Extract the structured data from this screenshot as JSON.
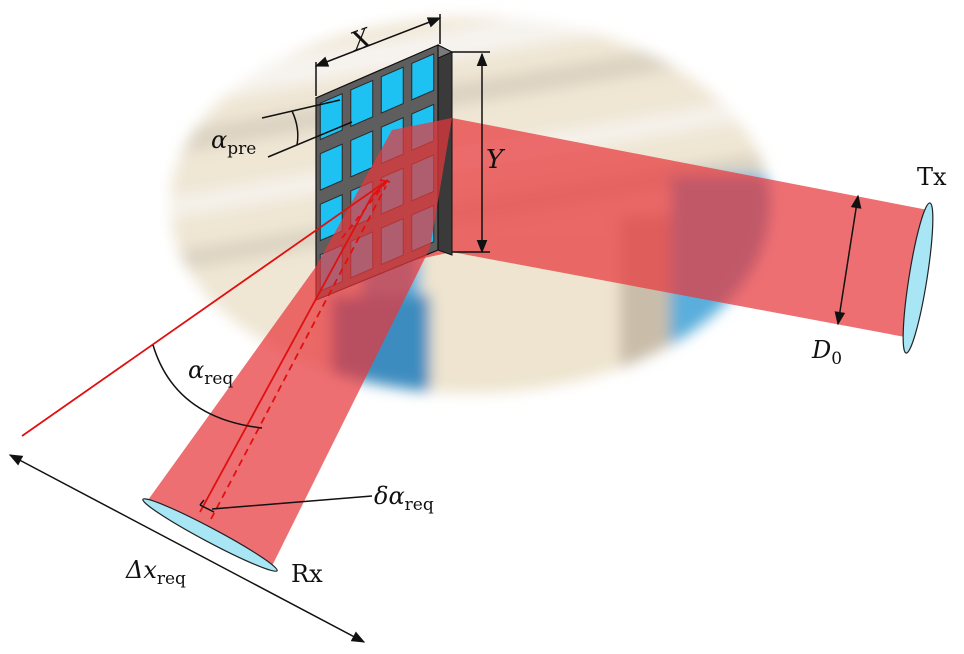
{
  "labels": {
    "x_dim": "X",
    "y_dim": "Y",
    "alpha_pre_sym": "α",
    "alpha_pre_sub": "pre",
    "alpha_req_sym": "α",
    "alpha_req_sub": "req",
    "delta_alpha_sym": "δα",
    "delta_alpha_sub": "req",
    "delta_x_sym": "Δx",
    "delta_x_sub": "req",
    "d0_sym": "D",
    "d0_sub": "0",
    "tx": "Tx",
    "rx": "Rx"
  },
  "colors": {
    "beam": "#e8373c",
    "beam_line": "#e01010",
    "panel_frame": "#5e5e5e",
    "element_blue": "#1ec2f2",
    "lens": "#a8e6f6",
    "background_blob": "#efe6d4",
    "background_blue": "#5aaedb"
  },
  "panel": {
    "rows": 4,
    "cols": 4
  }
}
